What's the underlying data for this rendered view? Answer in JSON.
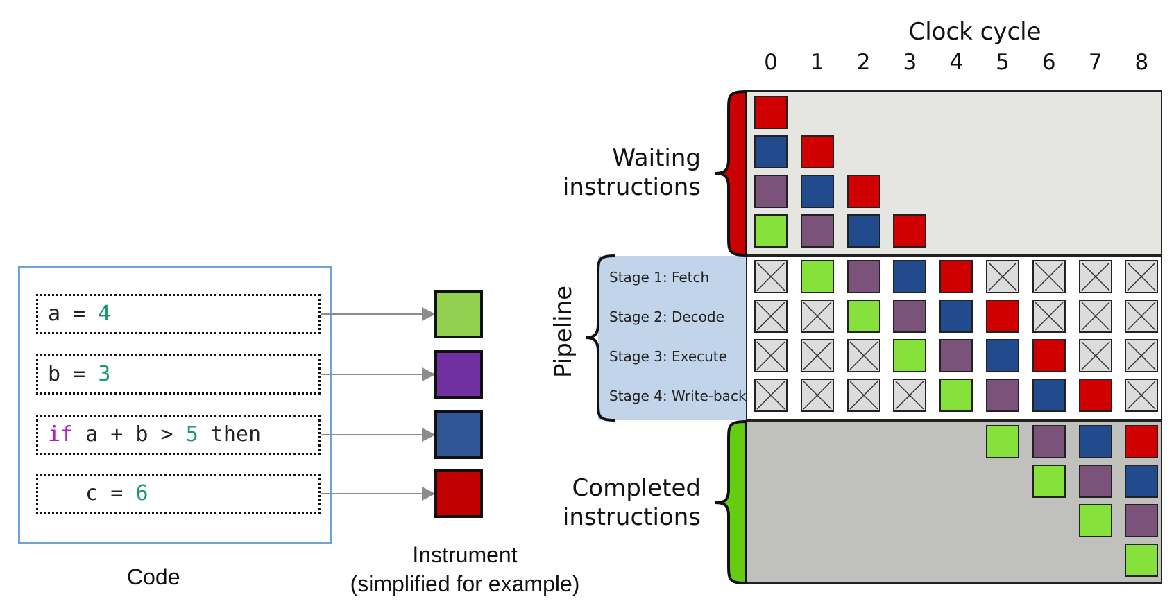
{
  "code": {
    "caption": "Code",
    "lines": [
      {
        "parts": [
          {
            "t": "a = ",
            "c": ""
          },
          {
            "t": "4",
            "c": "num"
          }
        ]
      },
      {
        "parts": [
          {
            "t": "b = ",
            "c": ""
          },
          {
            "t": "3",
            "c": "num"
          }
        ]
      },
      {
        "parts": [
          {
            "t": "if",
            "c": "kw"
          },
          {
            "t": " a + b > ",
            "c": ""
          },
          {
            "t": "5",
            "c": "num"
          },
          {
            "t": " then",
            "c": ""
          }
        ]
      },
      {
        "parts": [
          {
            "t": "   c = ",
            "c": ""
          },
          {
            "t": "6",
            "c": "num"
          }
        ]
      }
    ]
  },
  "instrument": {
    "caption_line1": "Instrument",
    "caption_line2": "(simplified for example)",
    "colors": [
      "#92d050",
      "#7030a0",
      "#2f5597",
      "#c00000"
    ]
  },
  "pipeline_chart": {
    "axis_title": "Clock cycle",
    "cycles": [
      "0",
      "1",
      "2",
      "3",
      "4",
      "5",
      "6",
      "7",
      "8"
    ],
    "waiting_label": [
      "Waiting",
      "instructions"
    ],
    "pipeline_label": "Pipeline",
    "completed_label": [
      "Completed",
      "instructions"
    ],
    "stages": [
      "Stage 1: Fetch",
      "Stage 2: Decode",
      "Stage 3: Execute",
      "Stage 4: Write-back"
    ],
    "colors": {
      "green": "#86e23a",
      "purple": "#7a527a",
      "blue": "#214b8c",
      "red": "#d10000",
      "empty": "#dcdcdc",
      "waiting_bg": "#e5e6e2",
      "pipeline_label_bg": "#c2d4e9",
      "completed_bg": "#c0c1bd",
      "waiting_brace": "#cc0000",
      "completed_brace": "#66cc11"
    },
    "waiting": [
      [
        "red",
        null,
        null,
        null
      ],
      [
        "blue",
        "red",
        null,
        null
      ],
      [
        "purple",
        "blue",
        "red",
        null
      ],
      [
        "green",
        "purple",
        "blue",
        "red"
      ]
    ],
    "pipeline": [
      [
        "x",
        "green",
        "purple",
        "blue",
        "red",
        "x",
        "x",
        "x",
        "x"
      ],
      [
        "x",
        "x",
        "green",
        "purple",
        "blue",
        "red",
        "x",
        "x",
        "x"
      ],
      [
        "x",
        "x",
        "x",
        "green",
        "purple",
        "blue",
        "red",
        "x",
        "x"
      ],
      [
        "x",
        "x",
        "x",
        "x",
        "green",
        "purple",
        "blue",
        "red",
        "x"
      ]
    ],
    "completed": [
      [
        null,
        null,
        null,
        null,
        null,
        "green",
        "purple",
        "blue",
        "red"
      ],
      [
        null,
        null,
        null,
        null,
        null,
        null,
        "green",
        "purple",
        "blue"
      ],
      [
        null,
        null,
        null,
        null,
        null,
        null,
        null,
        "green",
        "purple"
      ],
      [
        null,
        null,
        null,
        null,
        null,
        null,
        null,
        null,
        "green"
      ]
    ]
  }
}
